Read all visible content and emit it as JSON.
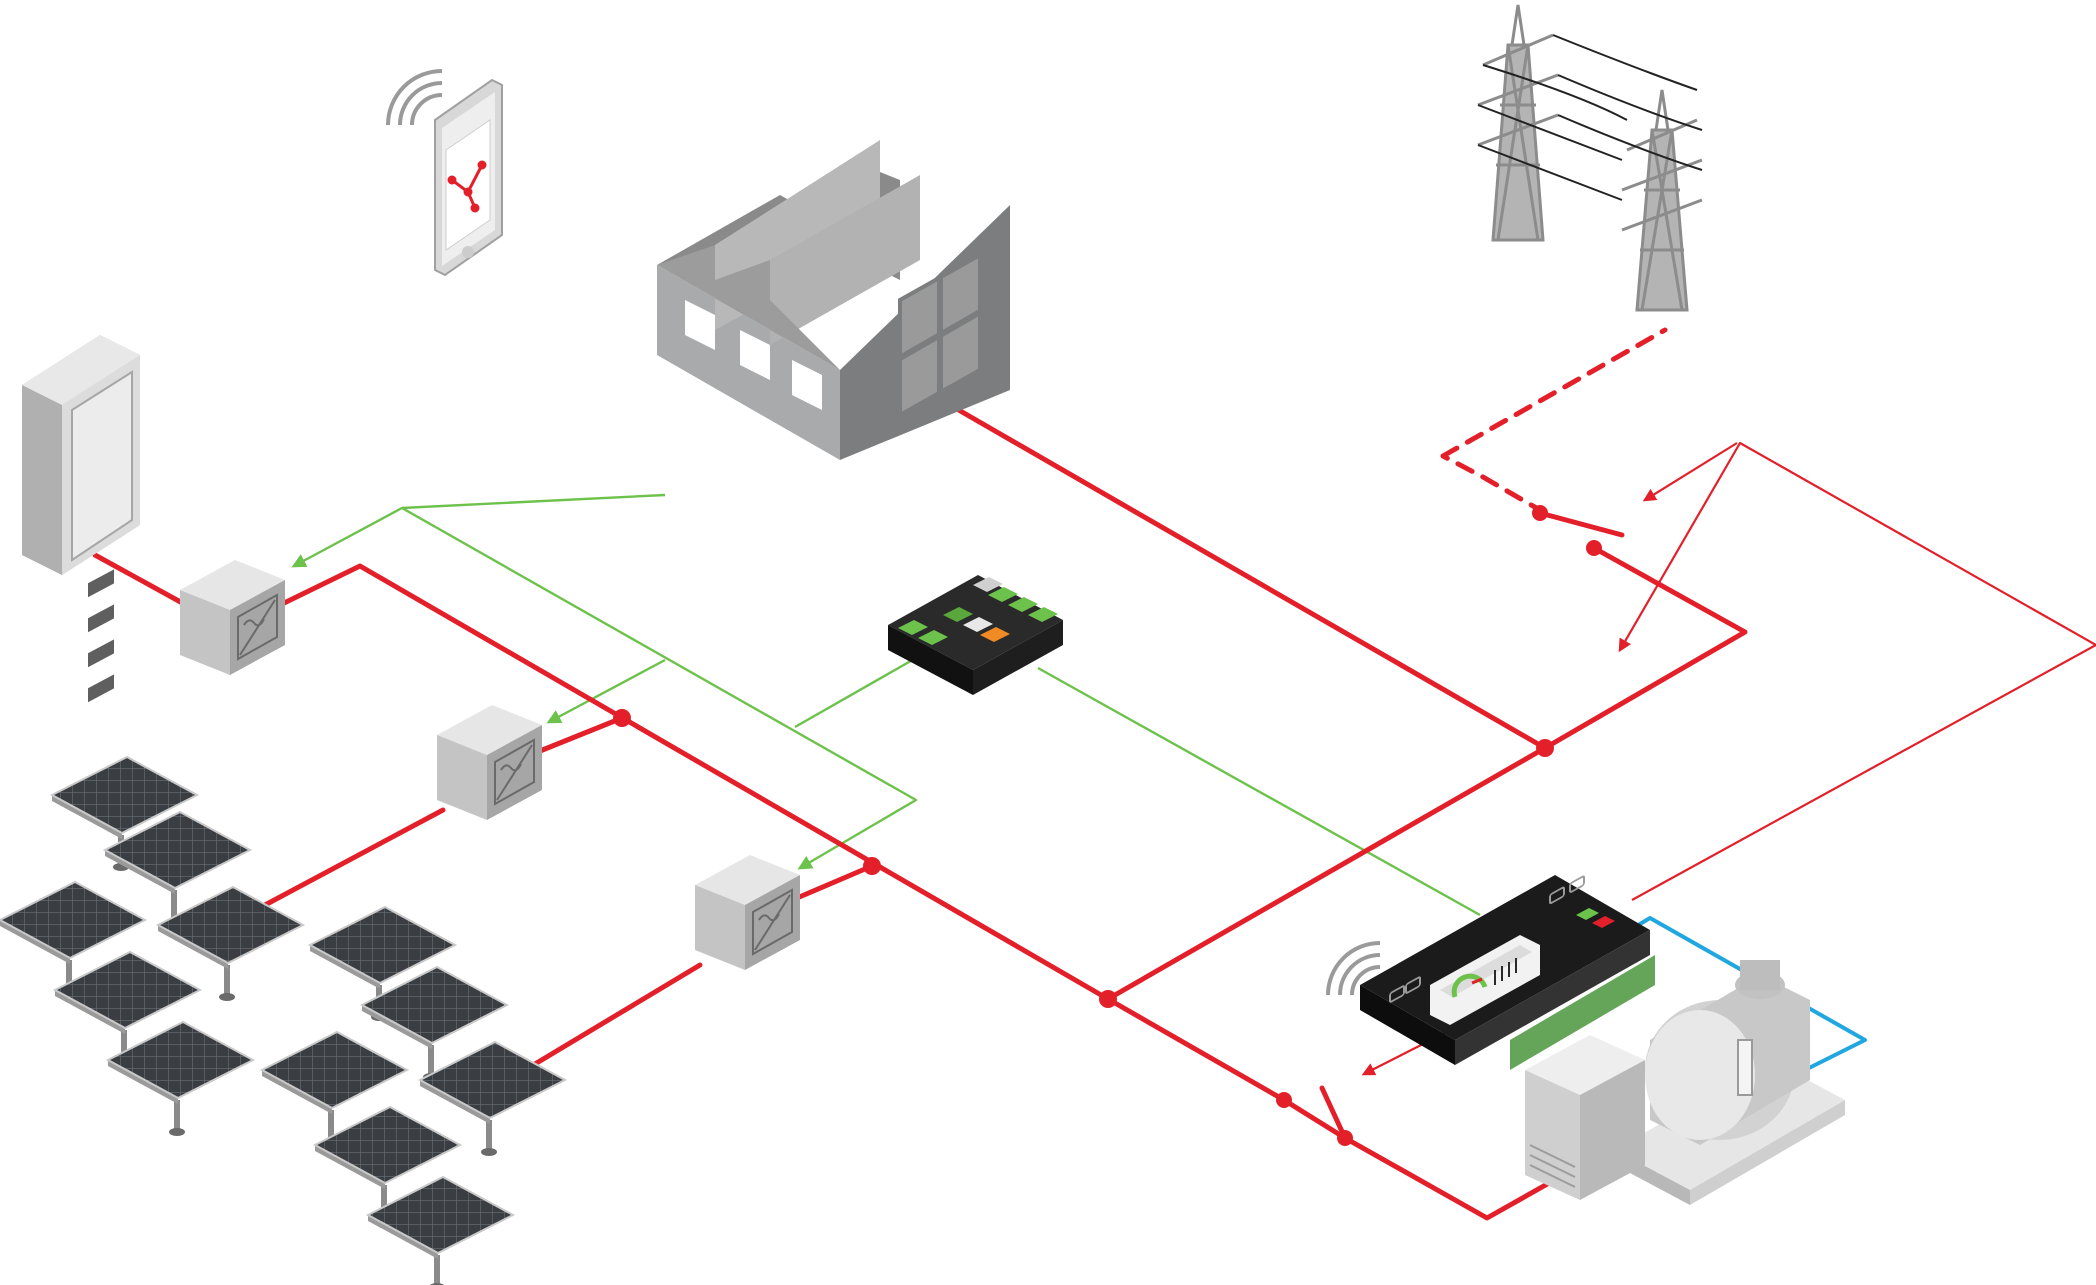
{
  "diagram": {
    "colors": {
      "power_line": "#e3202a",
      "control_line": "#6dc24b",
      "coolant_line": "#21a7e0",
      "equipment_light": "#e4e4e4",
      "equipment_mid": "#bdbdbd",
      "equipment_dark": "#888888",
      "controller_body": "#1b1b1b",
      "terminal_green": "#6dc24b",
      "terminal_orange": "#f08a24"
    },
    "nodes": [
      {
        "id": "smartphone",
        "icon": "smartphone-app-icon"
      },
      {
        "id": "factory",
        "icon": "factory-icon"
      },
      {
        "id": "transmission-towers",
        "icon": "power-pylon-icon"
      },
      {
        "id": "battery-cabinet",
        "icon": "battery-rack-icon"
      },
      {
        "id": "inverter-battery",
        "icon": "inverter-icon"
      },
      {
        "id": "inverter-pv-1",
        "icon": "inverter-icon"
      },
      {
        "id": "inverter-pv-2",
        "icon": "inverter-icon"
      },
      {
        "id": "io-module",
        "icon": "io-module-icon"
      },
      {
        "id": "genset-controller",
        "icon": "controller-display-icon"
      },
      {
        "id": "generator",
        "icon": "diesel-generator-icon"
      },
      {
        "id": "solar-array-1",
        "icon": "solar-panel-icon"
      },
      {
        "id": "solar-array-2",
        "icon": "solar-panel-icon"
      }
    ]
  }
}
